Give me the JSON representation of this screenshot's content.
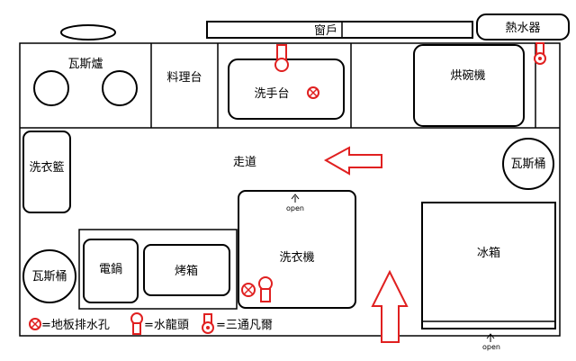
{
  "labels": {
    "window": "窗戶",
    "water_heater": "熱水器",
    "gas_stove": "瓦斯爐",
    "prep_counter": "料理台",
    "sink": "洗手台",
    "dish_dryer": "烘碗機",
    "laundry_basket": "洗衣籃",
    "hallway": "走道",
    "gas_tank_right": "瓦斯桶",
    "gas_tank_left": "瓦斯桶",
    "rice_cooker": "電鍋",
    "oven": "烤箱",
    "washing_machine": "洗衣機",
    "fridge": "冰箱",
    "open_washer": "open",
    "open_fridge": "open"
  },
  "legend": {
    "floor_drain": "=地板排水孔",
    "faucet": "=水龍頭",
    "tee_valve": "=三通凡爾"
  },
  "colors": {
    "accent": "#e02020",
    "line": "#000000"
  }
}
